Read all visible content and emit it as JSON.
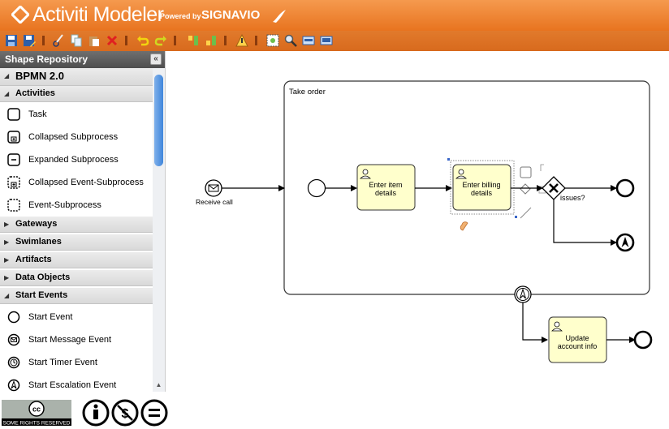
{
  "header": {
    "app_name": "Activiti Modeler",
    "powered_by": "Powered by",
    "vendor": "SIGNAVIO"
  },
  "toolbar": {
    "buttons": [
      "save-icon",
      "save-as-icon",
      "cut-icon",
      "copy-icon",
      "paste-icon",
      "delete-icon",
      "undo-icon",
      "redo-icon",
      "align-top-icon",
      "align-bottom-icon",
      "warning-icon",
      "fit-zoom-icon",
      "zoom-icon",
      "shapes-menu-icon",
      "edit-mode-icon"
    ]
  },
  "repository": {
    "title": "Shape Repository",
    "collapse": "«",
    "stencil_set": "BPMN 2.0",
    "categories": {
      "activities": "Activities",
      "gateways": "Gateways",
      "swimlanes": "Swimlanes",
      "artifacts": "Artifacts",
      "data_objects": "Data Objects",
      "start_events": "Start Events"
    },
    "activities_items": [
      "Task",
      "Collapsed Subprocess",
      "Expanded Subprocess",
      "Collapsed Event-Subprocess",
      "Event-Subprocess"
    ],
    "start_event_items": [
      "Start Event",
      "Start Message Event",
      "Start Timer Event",
      "Start Escalation Event"
    ]
  },
  "diagram": {
    "subprocess_label": "Take order",
    "receive_call": "Receive call",
    "task_item_details": [
      "Enter item",
      "details"
    ],
    "task_billing_details": [
      "Enter billing",
      "details"
    ],
    "gateway_label": "issues?",
    "task_account_info": [
      "Update",
      "account info"
    ]
  },
  "license": {
    "badge_text": "SOME RIGHTS RESERVED",
    "cc_mark": "cc"
  }
}
